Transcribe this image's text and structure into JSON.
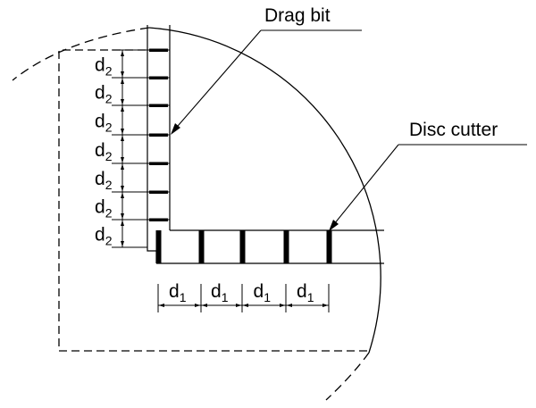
{
  "labels": {
    "drag_bit": "Drag bit",
    "disc_cutter": "Disc cutter"
  },
  "dimensions": {
    "vertical_spacing_symbol": "d",
    "vertical_spacing_subscript": "2",
    "vertical_spacing_count": 7,
    "horizontal_spacing_symbol": "d",
    "horizontal_spacing_subscript": "1",
    "horizontal_spacing_count": 4
  },
  "components": {
    "drag_bit_count": 7,
    "disc_cutter_count": 5
  }
}
